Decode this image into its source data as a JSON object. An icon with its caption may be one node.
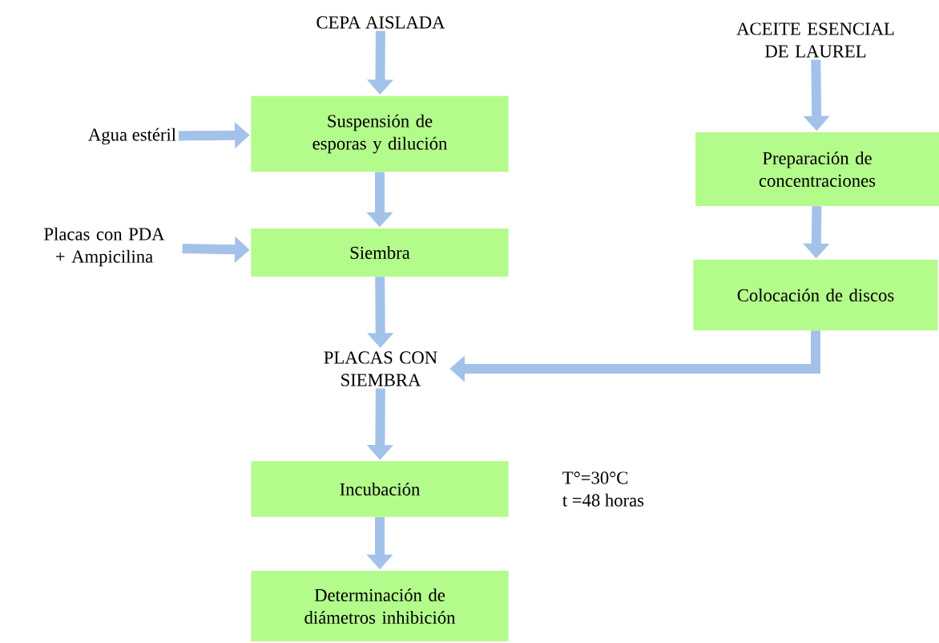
{
  "diagram": {
    "nodes": [
      {
        "text": [
          "CEPA AISLADA"
        ]
      },
      {
        "text": [
          "Suspensión de esporas y dilución"
        ]
      },
      {
        "text": [
          "Agua estéril"
        ]
      },
      {
        "text": [
          "Placas con PDA + Ampicilina"
        ]
      },
      {
        "text": [
          "Siembra"
        ]
      },
      {
        "text": [
          "PLACAS CON SIEMBRA"
        ]
      },
      {
        "text": [
          "Incubación"
        ],
        "beside": [
          "T°=30°C",
          "t =48 horas"
        ]
      },
      {
        "text": [
          "Determinación de diámetros inhibición"
        ]
      },
      {
        "text": [
          "ACEITE ESENCIAL DE LAUREL"
        ]
      },
      {
        "text": [
          "Preparación de concentraciones"
        ]
      },
      {
        "text": [
          "Colocación de discos"
        ]
      }
    ],
    "edges": [
      {
        "from": 0,
        "to": 1,
        "arrow": "to"
      },
      {
        "from": 2,
        "to": 1,
        "arrow": "to"
      },
      {
        "from": 1,
        "to": 4,
        "arrow": "to"
      },
      {
        "from": 3,
        "to": 4,
        "arrow": "to"
      },
      {
        "from": 4,
        "to": 5,
        "arrow": "to"
      },
      {
        "from": 5,
        "to": 6,
        "arrow": "to"
      },
      {
        "from": 6,
        "to": 7,
        "arrow": "to"
      },
      {
        "from": 8,
        "to": 9,
        "arrow": "to"
      },
      {
        "from": 9,
        "to": 10,
        "arrow": "to"
      },
      {
        "from": 10,
        "to": 5,
        "arrow": "to"
      }
    ]
  }
}
